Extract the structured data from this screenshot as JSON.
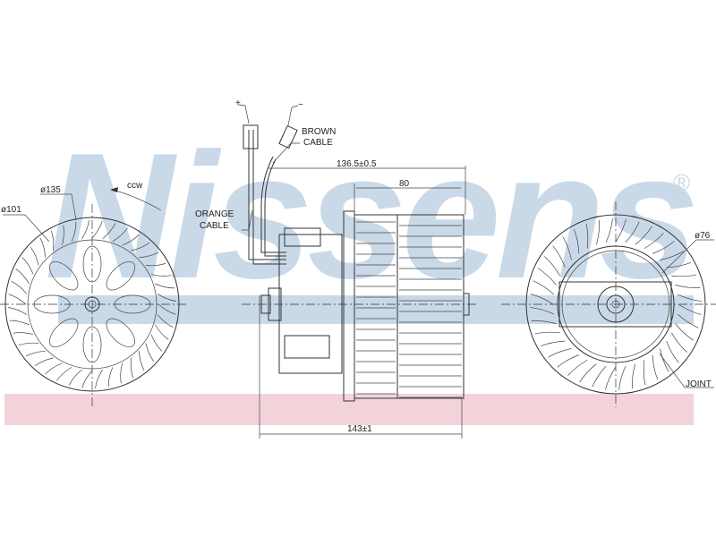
{
  "watermark": {
    "brand": "Nissens",
    "registered_mark": "®",
    "band_blue": "#c9d9e8",
    "band_pink": "#f3d3da"
  },
  "labels": {
    "plus": "+",
    "minus": "−",
    "brown_cable_1": "BROWN",
    "brown_cable_2": "CABLE",
    "orange_cable_1": "ORANGE",
    "orange_cable_2": "CABLE",
    "dim_length": "136.5±0.5",
    "dim_wheel_width": "80",
    "dim_total": "143±1",
    "dia_outer": "ø135",
    "dia_inner": "ø101",
    "rotation": "ccw",
    "dia_motor": "ø76",
    "joint": "JOINT"
  }
}
